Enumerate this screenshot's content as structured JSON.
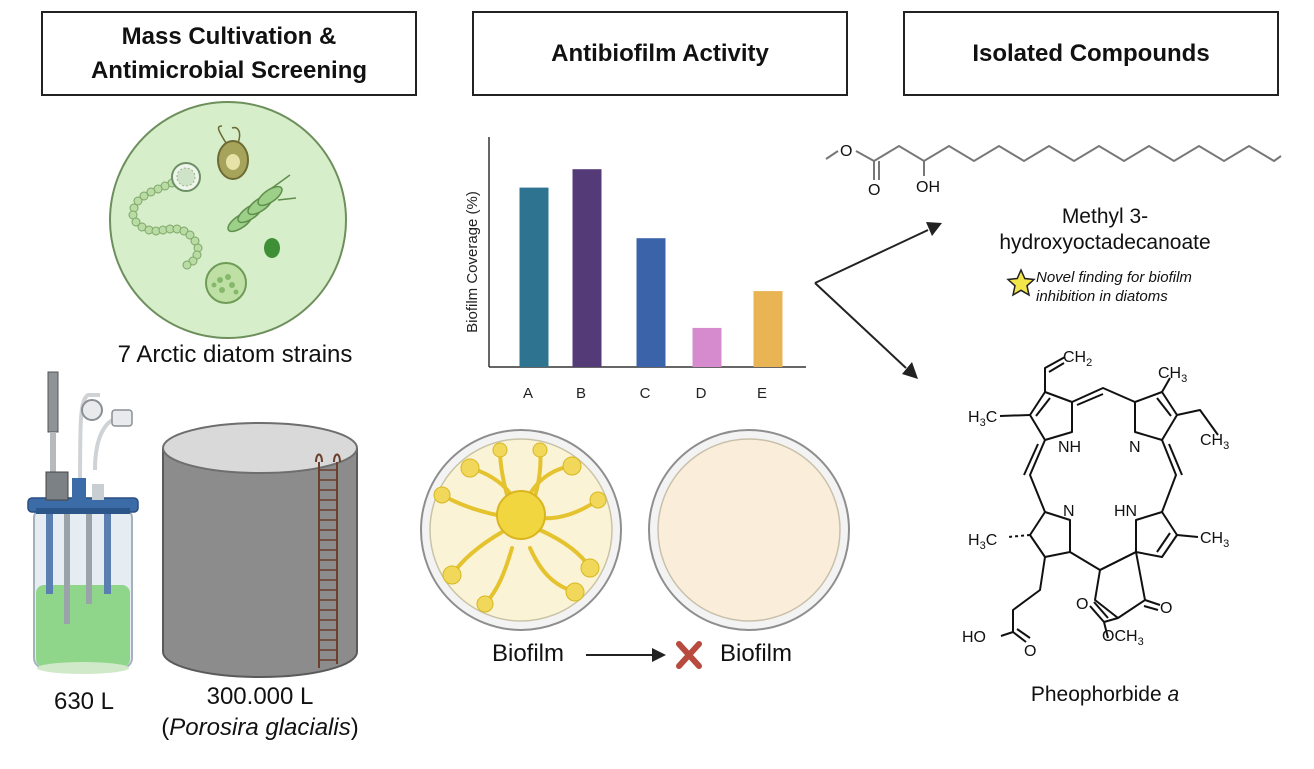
{
  "headers": {
    "col1_line1": "Mass Cultivation &",
    "col1_line2": "Antimicrobial Screening",
    "col2": "Antibiofilm Activity",
    "col3": "Isolated Compounds"
  },
  "cultivation": {
    "strains_label": "7 Arctic diatom strains",
    "volume_small": "630 L",
    "volume_large": "300.000 L",
    "species_prefix": "(",
    "species_name": "Porosira glacialis",
    "species_suffix": ")"
  },
  "biofilm": {
    "before_label": "Biofilm",
    "after_label": "Biofilm",
    "colors": {
      "A": "#2e7491",
      "B": "#553a78",
      "C": "#3b63a9",
      "D": "#d78bcf",
      "E": "#e9b454"
    }
  },
  "compounds": {
    "compound1_line1": "Methyl 3-",
    "compound1_line2": "hydroxyoctadecanoate",
    "note_line1": "Novel finding for biofilm",
    "note_line2": "inhibition in diatoms",
    "compound1_atoms": {
      "O1": "O",
      "O2": "O",
      "OH": "OH"
    },
    "compound2_name_prefix": "Pheophorbide ",
    "compound2_name_italic": "a",
    "compound2_atoms": {
      "vinyl": "CH",
      "vinyl_sub": "2",
      "me_top": "CH",
      "me_top_sub": "3",
      "me_left_H": "H",
      "me_left_sub": "3",
      "me_left_C": "C",
      "ethyl": "CH",
      "ethyl_sub": "3",
      "nh1": "NH",
      "n2": "N",
      "n3": "N",
      "hn4": "HN",
      "me_left2_H": "H",
      "me_left2_sub": "3",
      "me_left2_C": "C",
      "me_right2": "CH",
      "me_right2_sub": "3",
      "ketone_O": "O",
      "ester_O": "O",
      "ester_OCH": "OCH",
      "ester_sub": "3",
      "acid_HO": "HO",
      "acid_O": "O"
    }
  },
  "chart_data": {
    "type": "bar",
    "categories": [
      "A",
      "B",
      "C",
      "D",
      "E"
    ],
    "values": [
      78,
      86,
      56,
      17,
      33
    ],
    "ylabel": "Biofilm Coverage (%)",
    "xlabel": "",
    "ylim": [
      0,
      100
    ],
    "grid": false,
    "y_ticks": false
  }
}
